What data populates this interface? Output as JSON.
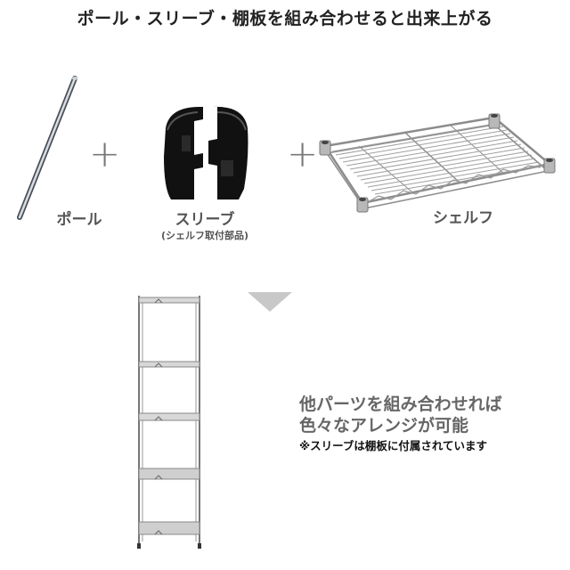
{
  "header": {
    "title": "ポール・スリーブ・棚板を組み合わせると出来上がる"
  },
  "parts": [
    {
      "id": "pole",
      "label": "ポール",
      "icon": "pole-icon"
    },
    {
      "id": "sleeve",
      "label": "スリーブ",
      "sublabel": "(シェルフ取付部品)",
      "icon": "sleeve-icon"
    },
    {
      "id": "shelf",
      "label": "シェルフ",
      "icon": "wire-shelf-icon"
    }
  ],
  "operators": {
    "plus": "+"
  },
  "arrow": {
    "icon": "down-triangle-icon",
    "color": "#c8c8c8"
  },
  "result": {
    "icon": "assembled-rack-icon",
    "shelf_count": 5,
    "description_line1": "他パーツを組み合わせれば",
    "description_line2": "色々なアレンジが可能",
    "note": "※スリーブは棚板に付属されています"
  },
  "colors": {
    "title_text": "#222222",
    "label_text": "#555555",
    "plus": "#777777",
    "sleeve": "#111111",
    "chrome": "#9a9a9a"
  }
}
